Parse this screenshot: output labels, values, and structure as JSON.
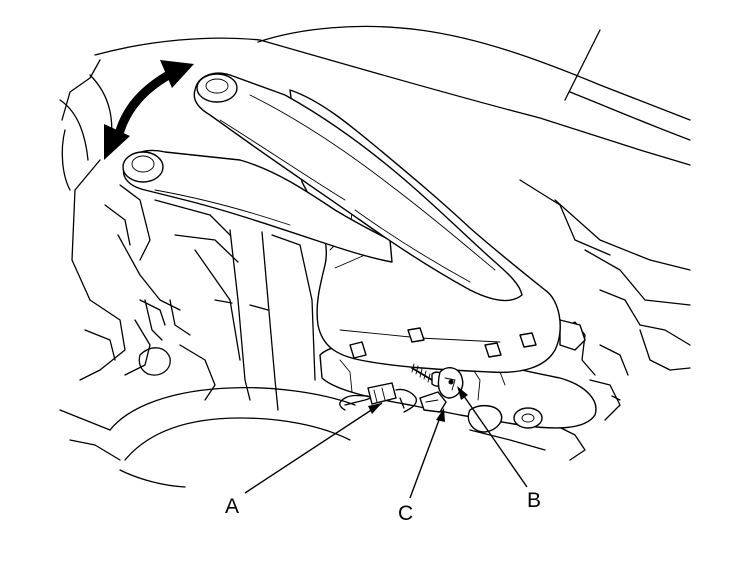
{
  "callouts": {
    "a": "A",
    "b": "B",
    "c": "C"
  },
  "icons": {
    "motion": "double-headed-curved-arrow-icon"
  },
  "colors": {
    "ink": "#000000",
    "paper": "#ffffff"
  }
}
